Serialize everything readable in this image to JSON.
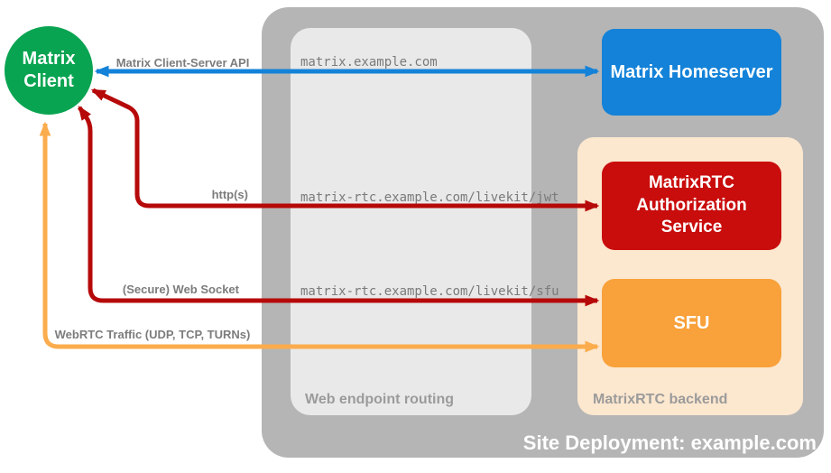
{
  "client": {
    "label": "Matrix Client",
    "color": "#09a451"
  },
  "site": {
    "label": "Site Deployment: example.com",
    "color": "#b5b5b5",
    "homeserver": {
      "label": "Matrix Homeserver",
      "color": "#1382d8"
    },
    "routing": {
      "label": "Web endpoint routing",
      "color": "#e9e9e9",
      "endpoints": [
        "matrix.example.com",
        "matrix-rtc.example.com/livekit/jwt",
        "matrix-rtc.example.com/livekit/sfu"
      ]
    },
    "backend": {
      "label": "MatrixRTC backend",
      "color": "#fce7cf",
      "auth_service": {
        "label": "MatrixRTC Authorization Service",
        "color": "#c90c0c"
      },
      "sfu": {
        "label": "SFU",
        "color": "#f9a13a"
      }
    }
  },
  "connections": [
    {
      "label": "Matrix Client-Server API",
      "color": "#1382d8",
      "from": "Matrix Client",
      "to": "Matrix Homeserver",
      "bidirectional": true
    },
    {
      "label": "http(s)",
      "color": "#b60909",
      "from": "Matrix Client",
      "to": "MatrixRTC Authorization Service",
      "bidirectional": true
    },
    {
      "label": "(Secure) Web Socket",
      "color": "#b60909",
      "from": "Matrix Client",
      "to": "SFU",
      "bidirectional": true
    },
    {
      "label": "WebRTC Traffic (UDP, TCP, TURNs)",
      "color": "#fbac4d",
      "from": "Matrix Client",
      "to": "SFU",
      "bidirectional": true
    }
  ]
}
